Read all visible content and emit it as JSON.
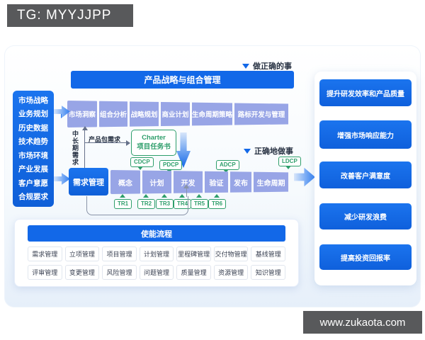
{
  "watermarks": {
    "tg": "TG: MYYJJPP",
    "site": "www.zukaota.com"
  },
  "colors": {
    "primary_blue": "#1268e8",
    "periwinkle": "#98a5e6",
    "green": "#2e9e6b",
    "dark_bar": "#58595b"
  },
  "left_inputs": {
    "items": [
      "市场战略",
      "业务规划",
      "历史数据",
      "技术趋势",
      "市场环境",
      "产业发展",
      "客户意愿",
      "合规要求"
    ]
  },
  "top": {
    "do_right_things": "做正确的事",
    "strategy_banner": "产品战略与组合管理",
    "mm_steps": [
      "市场洞察",
      "组合分析",
      "战略规划",
      "商业计划",
      "生命周期策略",
      "路标开发与管理"
    ]
  },
  "middle": {
    "mid_long_term_label": "中长期需求",
    "product_pkg_label": "产品包需求",
    "charter_line1": "Charter",
    "charter_line2": "项目任务书",
    "do_things_right": "正确地做事",
    "requirements_mgmt": "需求管理",
    "phases": [
      "概念",
      "计划",
      "开发",
      "验证",
      "发布",
      "生命周期"
    ],
    "gates": [
      "CDCP",
      "PDCP",
      "ADCP",
      "LDCP"
    ],
    "tr_points": [
      "TR1",
      "TR2",
      "TR3",
      "TR4",
      "TR5",
      "TR6"
    ]
  },
  "enable": {
    "banner": "使能流程",
    "row1": [
      "需求管理",
      "立项管理",
      "项目管理",
      "计划管理",
      "里程碑管理",
      "交付物管理",
      "基线管理"
    ],
    "row2": [
      "评审管理",
      "变更管理",
      "风险管理",
      "问题管理",
      "质量管理",
      "资源管理",
      "知识管理"
    ]
  },
  "benefits": [
    "提升研发效率和产品质量",
    "增强市场响应能力",
    "改善客户满意度",
    "减少研发浪费",
    "提高投资回报率"
  ]
}
